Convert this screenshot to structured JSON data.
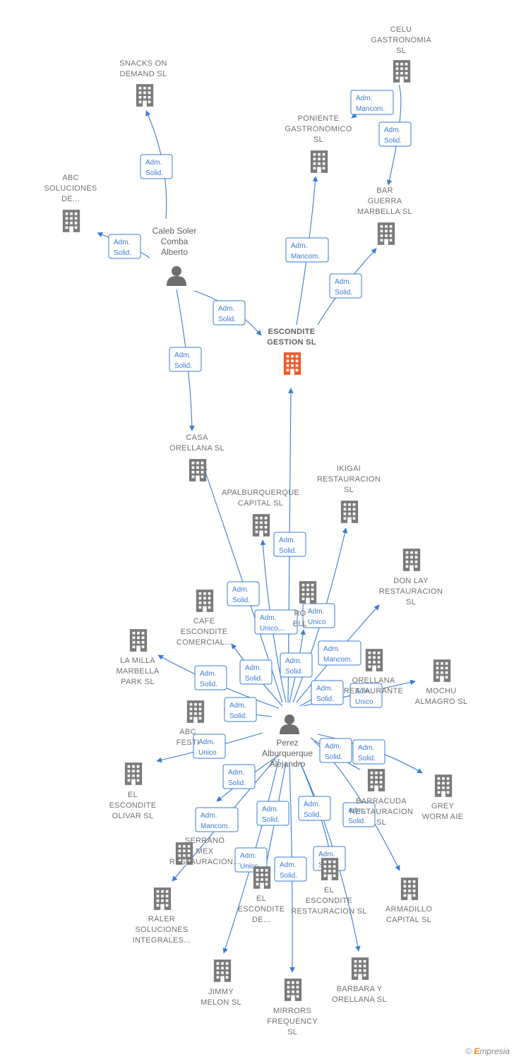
{
  "colors": {
    "accent": "#3a7bd5",
    "building": "#7a7a7a",
    "main_building": "#f2592a",
    "text": "#707070"
  },
  "companies": [
    {
      "id": "snacks",
      "lines": [
        "SNACKS ON",
        "DEMAND  SL"
      ]
    },
    {
      "id": "celu",
      "lines": [
        "CELU",
        "GASTRONOMIA",
        "SL"
      ]
    },
    {
      "id": "poniente",
      "lines": [
        "PONIENTE",
        "GASTRONOMICO",
        "SL"
      ]
    },
    {
      "id": "abc_soluciones",
      "lines": [
        "ABC",
        "SOLUCIONES",
        "DE..."
      ]
    },
    {
      "id": "bar_guerra",
      "lines": [
        "BAR",
        "GUERRA",
        "MARBELLA  SL"
      ]
    },
    {
      "id": "escondite_gestion",
      "lines": [
        "ESCONDITE",
        "GESTION  SL"
      ],
      "main": true
    },
    {
      "id": "casa_orellana",
      "lines": [
        "CASA",
        "ORELLANA  SL"
      ]
    },
    {
      "id": "ikigai",
      "lines": [
        "IKIGAI",
        "RESTAURACION",
        "SL"
      ]
    },
    {
      "id": "apalburquerque",
      "lines": [
        "APALBURQUERQUE",
        "CAPITAL  SL"
      ]
    },
    {
      "id": "don_lay",
      "lines": [
        "DON LAY",
        "RESTAURACION",
        "SL"
      ]
    },
    {
      "id": "hidden_top",
      "lines": [
        "RO",
        "ELL"
      ]
    },
    {
      "id": "cafe_escondite",
      "lines": [
        "CAFE",
        "ESCONDITE",
        "COMERCIAL..."
      ]
    },
    {
      "id": "la_milla",
      "lines": [
        "LA MILLA",
        "MARBELLA",
        "PARK  SL"
      ]
    },
    {
      "id": "orellana_restaurante",
      "lines": [
        "ORELLANA",
        "RESTAURANTE"
      ]
    },
    {
      "id": "mochu",
      "lines": [
        "MOCHU",
        "ALMAGRO  SL"
      ]
    },
    {
      "id": "abc_festival",
      "lines": [
        "ABC",
        "FESTI"
      ]
    },
    {
      "id": "el_escondite_olivar",
      "lines": [
        "EL",
        "ESCONDITE",
        "OLIVAR  SL"
      ]
    },
    {
      "id": "barracuda",
      "lines": [
        "BARRACUDA",
        "RESTAURACION",
        "SL"
      ]
    },
    {
      "id": "grey_worm",
      "lines": [
        "GREY",
        "WORM  AIE"
      ]
    },
    {
      "id": "serrano_mex",
      "lines": [
        "SERRANO",
        "MEX",
        "RESTAURACION..."
      ]
    },
    {
      "id": "el_escondite_de",
      "lines": [
        "EL",
        "ESCONDITE",
        "DE..."
      ]
    },
    {
      "id": "el_escondite_rest",
      "lines": [
        "EL",
        "ESCONDITE",
        "RESTAURACION SL"
      ]
    },
    {
      "id": "armadillo",
      "lines": [
        "ARMADILLO",
        "CAPITAL  SL"
      ]
    },
    {
      "id": "raler",
      "lines": [
        "RALER",
        "SOLUCIONES",
        "INTEGRALES..."
      ]
    },
    {
      "id": "jimmy_melon",
      "lines": [
        "JIMMY",
        "MELON  SL"
      ]
    },
    {
      "id": "mirrors",
      "lines": [
        "MIRRORS",
        "FREQUENCY",
        "SL"
      ]
    },
    {
      "id": "barbara",
      "lines": [
        "BARBARA Y",
        "ORELLANA  SL"
      ]
    }
  ],
  "persons": [
    {
      "id": "caleb",
      "lines": [
        "Caleb Soler",
        "Comba",
        "Alberto"
      ]
    },
    {
      "id": "perez",
      "lines": [
        "Perez",
        "Alburquerque",
        "Alejandro"
      ]
    }
  ],
  "edge_labels": [
    {
      "id": "e1",
      "lines": [
        "Adm.",
        "Solid."
      ]
    },
    {
      "id": "e2",
      "lines": [
        "Adm.",
        "Mancom."
      ]
    },
    {
      "id": "e3",
      "lines": [
        "Adm.",
        "Solid."
      ]
    },
    {
      "id": "e4",
      "lines": [
        "Adm.",
        "Solid."
      ]
    },
    {
      "id": "e5",
      "lines": [
        "Adm.",
        "Mancom."
      ]
    },
    {
      "id": "e6",
      "lines": [
        "Adm.",
        "Solid."
      ]
    },
    {
      "id": "e7",
      "lines": [
        "Adm.",
        "Solid."
      ]
    },
    {
      "id": "e8",
      "lines": [
        "Adm.",
        "Solid."
      ]
    },
    {
      "id": "e9",
      "lines": [
        "Adm.",
        "Solid."
      ]
    },
    {
      "id": "e10",
      "lines": [
        "Adm.",
        "Solid."
      ]
    },
    {
      "id": "e11",
      "lines": [
        "Adm.",
        "Unico,..."
      ]
    },
    {
      "id": "e12",
      "lines": [
        "Adm.",
        "Unico"
      ]
    },
    {
      "id": "e13",
      "lines": [
        "Adm.",
        "Mancom."
      ]
    },
    {
      "id": "e14",
      "lines": [
        "Adm.",
        "Solid."
      ]
    },
    {
      "id": "e15",
      "lines": [
        "Adm.",
        "Solid."
      ]
    },
    {
      "id": "e16",
      "lines": [
        "Adm.",
        "Solid."
      ]
    },
    {
      "id": "e17",
      "lines": [
        "Adm.",
        "Solid."
      ]
    },
    {
      "id": "e18",
      "lines": [
        "Adm.",
        "Unico"
      ]
    },
    {
      "id": "e19",
      "lines": [
        "Adm.",
        "Solid."
      ]
    },
    {
      "id": "e20",
      "lines": [
        "Adm.",
        "Unico"
      ]
    },
    {
      "id": "e21",
      "lines": [
        "Adm.",
        "Solid."
      ]
    },
    {
      "id": "e22",
      "lines": [
        "Adm.",
        "Solid."
      ]
    },
    {
      "id": "e23",
      "lines": [
        "Adm.",
        "Solid."
      ]
    },
    {
      "id": "e24",
      "lines": [
        "Adm.",
        "Mancom."
      ]
    },
    {
      "id": "e25",
      "lines": [
        "Adm.",
        "Solid."
      ]
    },
    {
      "id": "e26",
      "lines": [
        "Adm.",
        "Solid."
      ]
    },
    {
      "id": "e27",
      "lines": [
        "Adm.",
        "Solid."
      ]
    },
    {
      "id": "e28",
      "lines": [
        "Adm.",
        "Unico"
      ]
    },
    {
      "id": "e29",
      "lines": [
        "Adm.",
        "Solid."
      ]
    },
    {
      "id": "e30",
      "lines": [
        "Adm.",
        "Solid."
      ]
    }
  ],
  "watermark": {
    "copyright": "©",
    "brand_initial": "E",
    "brand_rest": "mpresia"
  }
}
